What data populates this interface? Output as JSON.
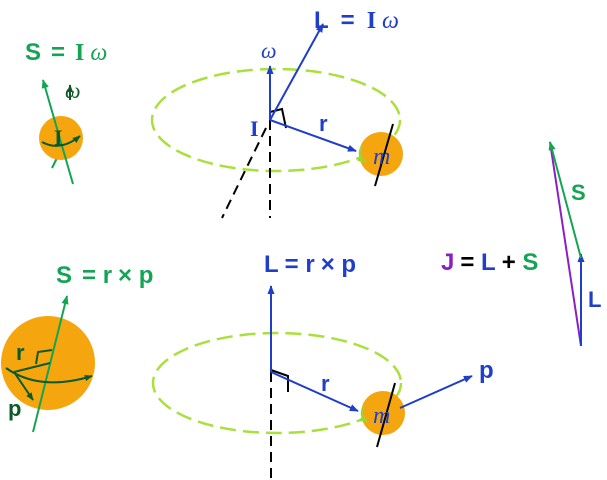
{
  "colors": {
    "blue": "#1f3ec9",
    "green": "#13a454",
    "dark_green": "#0b5a28",
    "purple": "#8a1fc4",
    "orange": "#f5a60f",
    "orbit": "#a9e03b",
    "black": "#000000"
  },
  "top_left": {
    "s_sym": "S",
    "eq": "=",
    "i_sym": "I",
    "omega_sym": "ω",
    "omega_label": "ω",
    "inertia_label": "I"
  },
  "top_center": {
    "l_sym": "L",
    "eq": "=",
    "i_sym": "I",
    "omega_sym": "ω",
    "omega_label": "ω",
    "inertia_label": "I",
    "r_label": "r",
    "m_label": "m"
  },
  "bottom_left": {
    "s_sym": "S",
    "eq": "= ",
    "r_sym": "r",
    "times": " × ",
    "p_sym": "p",
    "r_label": "r",
    "p_label": "p"
  },
  "bottom_center": {
    "l_sym": "L",
    "eq": " = ",
    "r_sym": "r",
    "times": " × ",
    "p_sym": "p",
    "r_label": "r",
    "m_label": "m",
    "p_label": "p"
  },
  "right": {
    "j_sym": "J",
    "eq": " = ",
    "l_sym": "L",
    "plus": " + ",
    "s_sym": "S",
    "s_label": "S",
    "l_label": "L"
  }
}
